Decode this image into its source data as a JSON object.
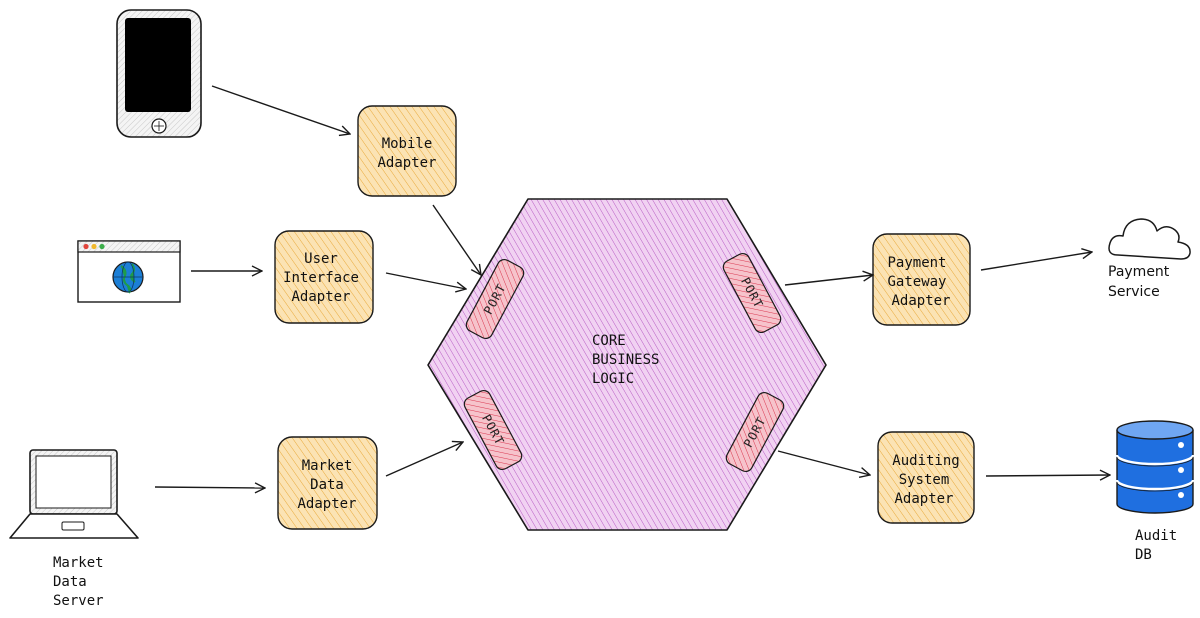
{
  "core": {
    "lines": [
      "CORE",
      "BUSINESS",
      "LOGIC"
    ]
  },
  "ports": {
    "top_left": "PORT",
    "bottom_left": "PORT",
    "top_right": "PORT",
    "bottom_right": "PORT"
  },
  "adapters": {
    "mobile": {
      "lines": [
        "Mobile",
        "Adapter"
      ]
    },
    "ui": {
      "lines": [
        "User",
        "Interface",
        "Adapter"
      ]
    },
    "market": {
      "lines": [
        "Market",
        "Data",
        "Adapter"
      ]
    },
    "payment": {
      "lines": [
        "Payment",
        "Gateway",
        "Adapter"
      ]
    },
    "auditing": {
      "lines": [
        "Auditing",
        "System",
        "Adapter"
      ]
    }
  },
  "externals": {
    "market_server": {
      "lines": [
        "Market",
        "Data",
        "Server"
      ]
    },
    "payment_service": {
      "lines": [
        "Payment",
        "Service"
      ]
    },
    "audit_db": {
      "lines": [
        "Audit",
        "DB"
      ]
    }
  },
  "colors": {
    "adapter_fill": "#fbe3b4",
    "adapter_hatch": "#e9a93a",
    "core_fill": "#f1d2f2",
    "core_hatch": "#b24fbf",
    "port_fill": "#f6c3cb",
    "port_hatch": "#d9364f",
    "db_blue": "#1f6fe0",
    "globe_blue": "#1c7fd6",
    "globe_green": "#1e9b4a"
  },
  "icons": {
    "phone": "smartphone-icon",
    "browser": "browser-window-icon",
    "laptop": "laptop-icon",
    "cloud": "cloud-icon",
    "database": "database-icon"
  }
}
